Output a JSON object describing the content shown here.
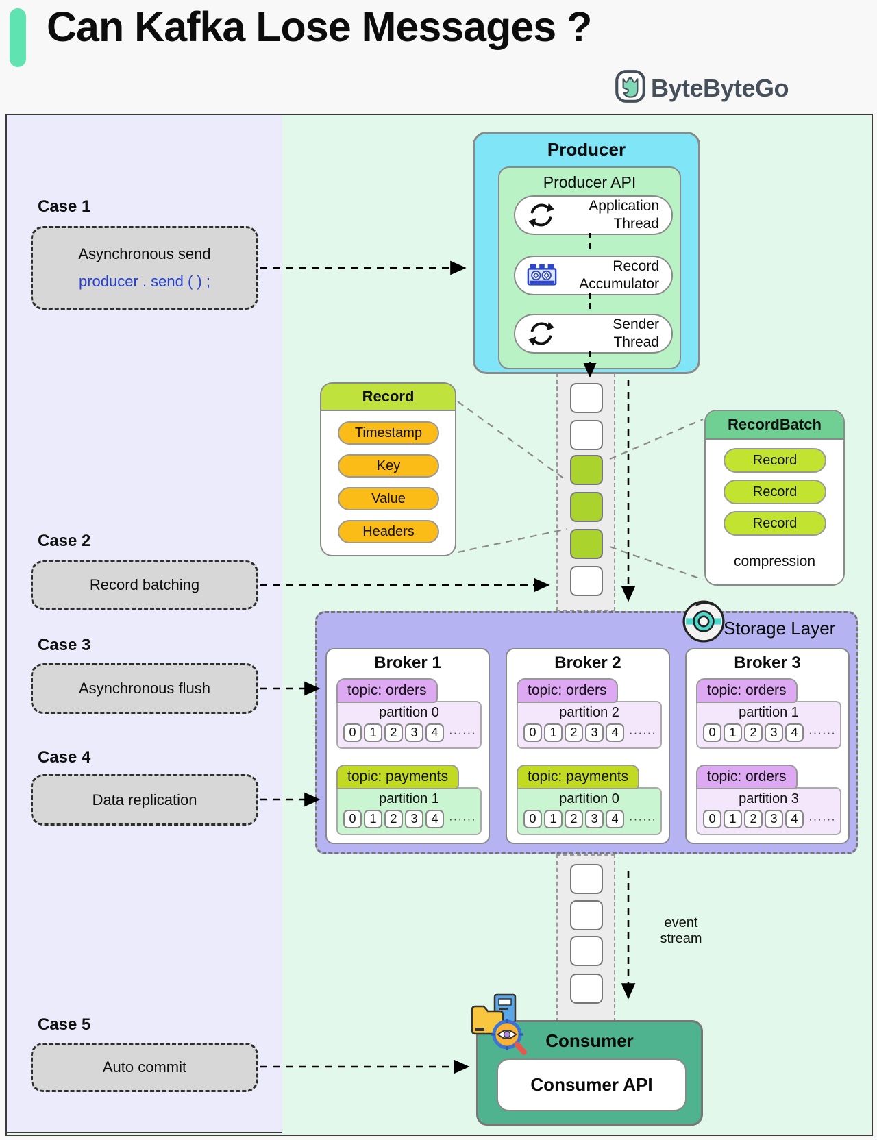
{
  "header": {
    "title": "Can Kafka Lose Messages ?",
    "logo_text": "ByteByteGo",
    "accent_color": "#5fe3b1"
  },
  "cases": [
    {
      "label": "Case 1",
      "text": "Asynchronous send",
      "code": "producer . send ( ) ;"
    },
    {
      "label": "Case 2",
      "text": "Record batching"
    },
    {
      "label": "Case 3",
      "text": "Asynchronous flush"
    },
    {
      "label": "Case 4",
      "text": "Data replication"
    },
    {
      "label": "Case 5",
      "text": "Auto commit"
    }
  ],
  "producer": {
    "title": "Producer",
    "api_title": "Producer API",
    "components": [
      {
        "label": "Application Thread",
        "icon": "sync-icon"
      },
      {
        "label": "Record Accumulator",
        "icon": "accumulator-icon"
      },
      {
        "label": "Sender Thread",
        "icon": "sync-icon"
      }
    ]
  },
  "record": {
    "title": "Record",
    "fields": [
      "Timestamp",
      "Key",
      "Value",
      "Headers"
    ]
  },
  "record_batch": {
    "title": "RecordBatch",
    "items": [
      "Record",
      "Record",
      "Record"
    ],
    "note": "compression"
  },
  "queues": {
    "producer_to_storage": {
      "cells": [
        "empty",
        "empty",
        "record",
        "record",
        "record",
        "empty"
      ]
    },
    "storage_to_consumer": {
      "cells": [
        "empty",
        "empty",
        "empty",
        "empty"
      ]
    },
    "event_stream_label": "event stream"
  },
  "storage": {
    "title": "Storage Layer",
    "cell_digits": [
      "0",
      "1",
      "2",
      "3",
      "4"
    ],
    "ellipsis": "······",
    "brokers": [
      {
        "title": "Broker 1",
        "groups": [
          {
            "topic": "topic: orders",
            "partition": "partition 0",
            "kind": "orders"
          },
          {
            "topic": "topic: payments",
            "partition": "partition 1",
            "kind": "payments"
          }
        ]
      },
      {
        "title": "Broker 2",
        "groups": [
          {
            "topic": "topic: orders",
            "partition": "partition 2",
            "kind": "orders"
          },
          {
            "topic": "topic: payments",
            "partition": "partition 0",
            "kind": "payments"
          }
        ]
      },
      {
        "title": "Broker 3",
        "groups": [
          {
            "topic": "topic: orders",
            "partition": "partition 1",
            "kind": "orders"
          },
          {
            "topic": "topic: orders",
            "partition": "partition 3",
            "kind": "orders"
          }
        ]
      }
    ]
  },
  "consumer": {
    "title": "Consumer",
    "api_title": "Consumer API"
  },
  "colors": {
    "mint_background": "#e2f8eb",
    "lavender_background": "#ecebfb",
    "producer_cyan": "#80e5f6",
    "producer_api_green": "#b9f2c5",
    "record_header": "#bfe23c",
    "record_field_orange": "#fbbc17",
    "record_batch_header": "#70cf92",
    "record_pill_green": "#c2e431",
    "queue_record_green": "#abd32d",
    "storage_purple": "#b6b3f2",
    "orders_tab": "#dda9f3",
    "orders_partition": "#f4e6fb",
    "payments_tab": "#c2da22",
    "payments_partition": "#c9f6d1",
    "consumer_green": "#4fb390",
    "case_gray": "#d7d7d7",
    "code_blue": "#2440cc"
  }
}
